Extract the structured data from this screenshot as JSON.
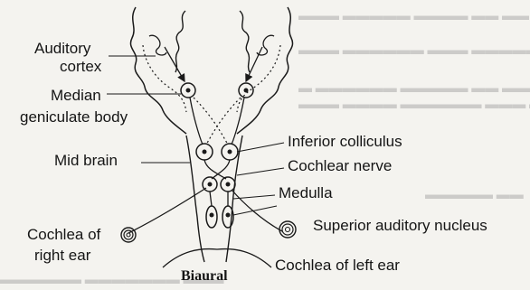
{
  "labels": {
    "auditory_cortex_1": "Auditory",
    "auditory_cortex_2": "cortex",
    "median_geniculate_1": "Median",
    "median_geniculate_2": "geniculate body",
    "mid_brain": "Mid brain",
    "cochlea_right_1": "Cochlea of",
    "cochlea_right_2": "right ear",
    "inferior_colliculus": "Inferior colliculus",
    "cochlear_nerve": "Cochlear nerve",
    "medulla": "Medulla",
    "superior_auditory_nucleus": "Superior auditory nucleus",
    "cochlea_left": "Cochlea of left ear"
  },
  "caption": "Biaural",
  "colors": {
    "ink": "#1a1a1a",
    "paper": "#f4f3ef",
    "ghost_text": "#9c9c9c"
  }
}
